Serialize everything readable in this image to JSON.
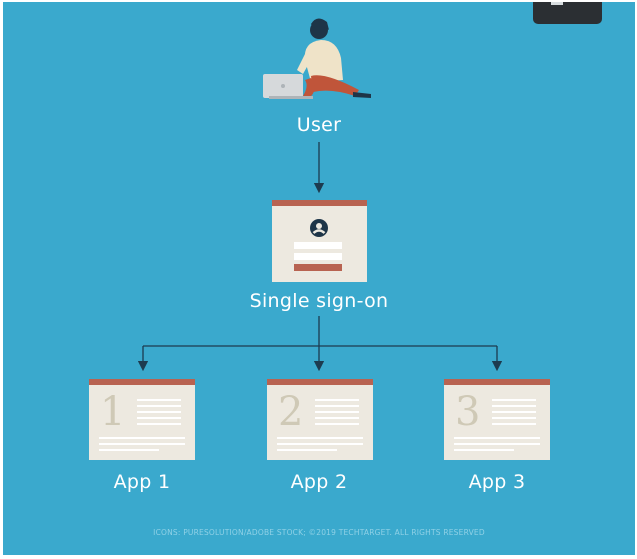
{
  "nodes": {
    "user": {
      "label": "User"
    },
    "sso": {
      "label": "Single sign-on"
    },
    "apps": [
      {
        "label": "App 1",
        "number": "1"
      },
      {
        "label": "App 2",
        "number": "2"
      },
      {
        "label": "App 3",
        "number": "3"
      }
    ]
  },
  "edges": [
    {
      "from": "User",
      "to": "Single sign-on"
    },
    {
      "from": "Single sign-on",
      "to": "App 1"
    },
    {
      "from": "Single sign-on",
      "to": "App 2"
    },
    {
      "from": "Single sign-on",
      "to": "App 3"
    }
  ],
  "footer": {
    "credit": "ICONS: PURESOLUTION/ADOBE STOCK; ©2019 TECHTARGET. ALL RIGHTS RESERVED"
  },
  "colors": {
    "background": "#3aa9cd",
    "card": "#ede9e0",
    "card_bar": "#b86351",
    "arrow": "#1d3b4f"
  }
}
